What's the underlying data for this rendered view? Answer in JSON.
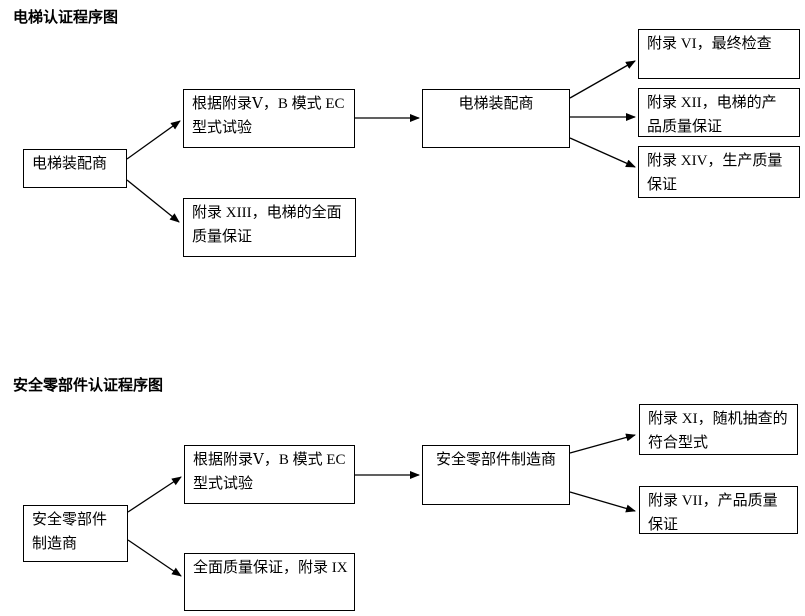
{
  "colors": {
    "ink": "#000000",
    "background": "#ffffff"
  },
  "diagram1": {
    "title": "电梯认证程序图",
    "boxes": {
      "installer_left": {
        "lines": [
          "电梯装配商"
        ]
      },
      "type_exam": {
        "lines": [
          "根据附录Ⅴ，B 模式 EC",
          "型式试验"
        ]
      },
      "full_quality_assurance": {
        "lines": [
          "附录 XIII，电梯的全面",
          "质量保证"
        ]
      },
      "installer_mid": {
        "lines": [
          "电梯装配商"
        ]
      },
      "final_inspection": {
        "lines": [
          "附录 VI，最终检查"
        ]
      },
      "product_quality_assurance": {
        "lines": [
          "附录 XII，电梯的产",
          "品质量保证"
        ]
      },
      "production_quality_assurance": {
        "lines": [
          "附录 XIV，生产质量",
          "保证"
        ]
      }
    },
    "connections": [
      {
        "from": "installer_left",
        "to": "type_exam"
      },
      {
        "from": "installer_left",
        "to": "full_quality_assurance"
      },
      {
        "from": "type_exam",
        "to": "installer_mid"
      },
      {
        "from": "installer_mid",
        "to": "final_inspection"
      },
      {
        "from": "installer_mid",
        "to": "product_quality_assurance"
      },
      {
        "from": "installer_mid",
        "to": "production_quality_assurance"
      }
    ]
  },
  "diagram2": {
    "title": "安全零部件认证程序图",
    "boxes": {
      "manufacturer_left": {
        "lines": [
          "安全零部件",
          "制造商"
        ]
      },
      "type_exam": {
        "lines": [
          "根据附录Ⅴ，B 模式 EC",
          "型式试验"
        ]
      },
      "full_quality_assurance": {
        "lines": [
          "全面质量保证，附录 IX"
        ]
      },
      "manufacturer_mid": {
        "lines": [
          "安全零部件制造商"
        ]
      },
      "random_sampling_check": {
        "lines": [
          "附录 XI，随机抽查的",
          "符合型式"
        ]
      },
      "product_quality_assurance": {
        "lines": [
          "附录 VII，产品质量",
          "保证"
        ]
      }
    },
    "connections": [
      {
        "from": "manufacturer_left",
        "to": "type_exam"
      },
      {
        "from": "manufacturer_left",
        "to": "full_quality_assurance"
      },
      {
        "from": "type_exam",
        "to": "manufacturer_mid"
      },
      {
        "from": "manufacturer_mid",
        "to": "random_sampling_check"
      },
      {
        "from": "manufacturer_mid",
        "to": "product_quality_assurance"
      }
    ]
  }
}
